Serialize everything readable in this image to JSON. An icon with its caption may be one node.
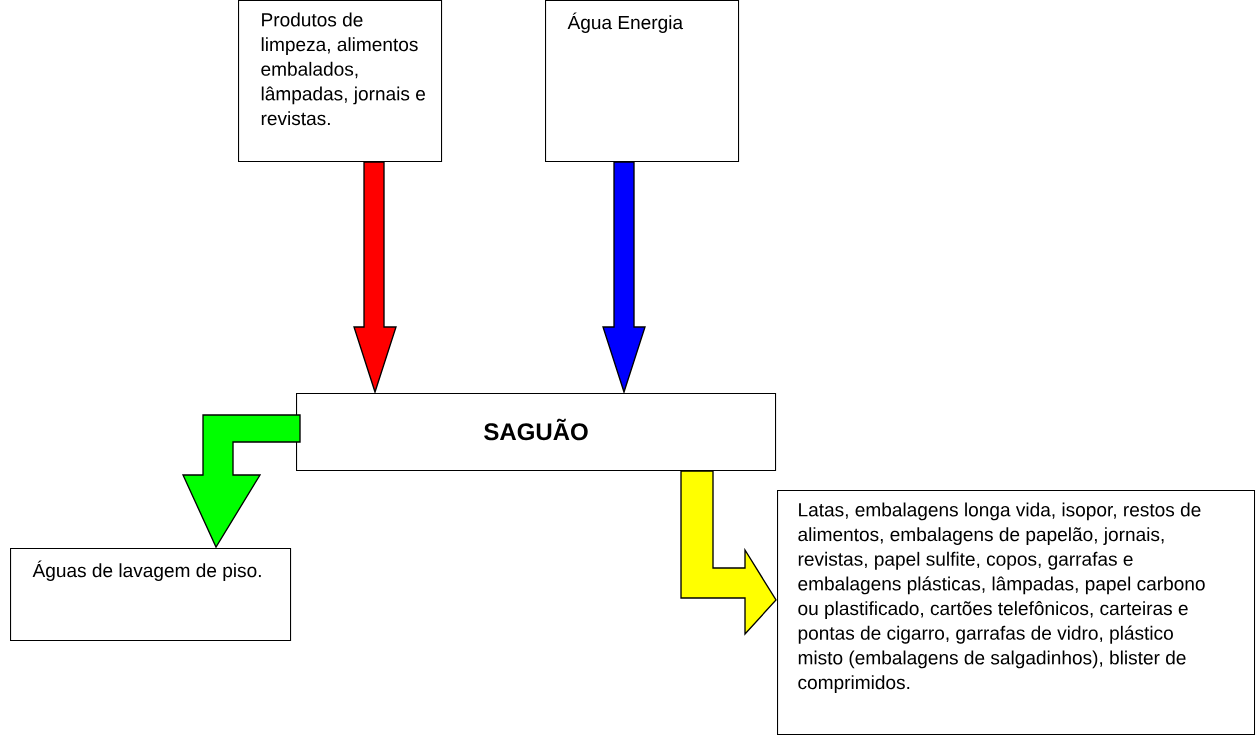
{
  "diagram": {
    "nodes": [
      {
        "text": [
          "Produtos de limpeza, alimentos embalados, lâmpadas, jornais e revistas."
        ]
      },
      {
        "text": [
          "Água Energia"
        ]
      },
      {
        "text": [
          "SAGUÃO"
        ]
      },
      {
        "text": [
          "Águas de lavagem de piso."
        ]
      },
      {
        "text": [
          "Latas, embalagens longa vida, isopor, restos de alimentos, embalagens de papelão, jornais, revistas, papel sulfite, copos, garrafas e embalagens plásticas, lâmpadas, papel carbono ou plastificado, cartões telefônicos, carteiras e pontas de cigarro, garrafas de vidro, plástico misto (embalagens de salgadinhos), blister de comprimidos."
        ]
      }
    ],
    "edges": [
      {
        "from": 0,
        "to": 2,
        "arrow": "to",
        "style": "thick",
        "color": "#ff0000"
      },
      {
        "from": 1,
        "to": 2,
        "arrow": "to",
        "style": "thick",
        "color": "#0000ff"
      },
      {
        "from": 2,
        "to": 3,
        "arrow": "to",
        "style": "thick",
        "color": "#00ff00"
      },
      {
        "from": 2,
        "to": 4,
        "arrow": "to",
        "style": "thick",
        "color": "#ffff00"
      }
    ]
  }
}
